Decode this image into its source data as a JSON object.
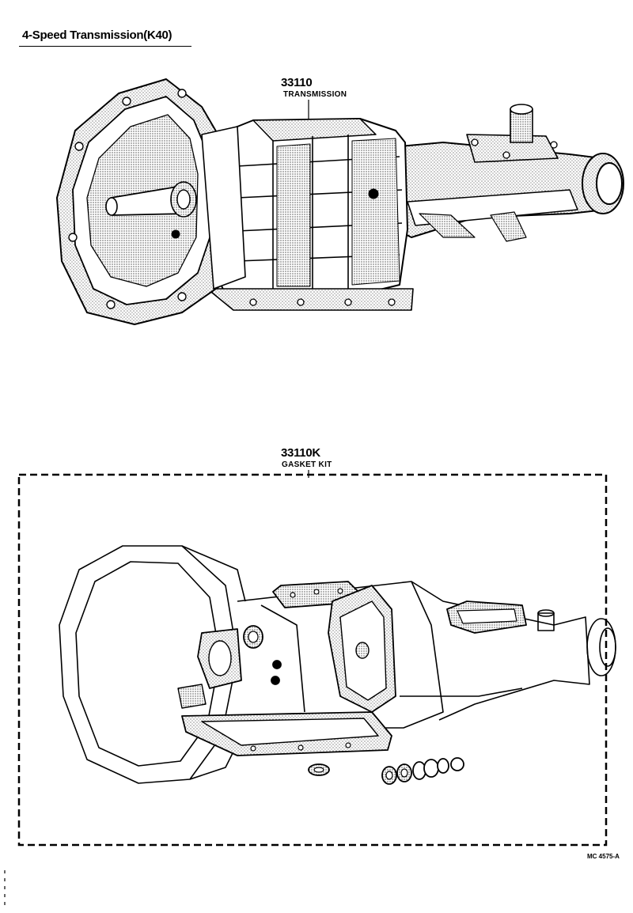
{
  "title": "4-Speed Transmission(K40)",
  "parts": [
    {
      "number": "33110",
      "name": "TRANSMISSION"
    },
    {
      "number": "33110K",
      "name": "GASKET KIT"
    }
  ],
  "illustration_code": "MC 4575-A"
}
